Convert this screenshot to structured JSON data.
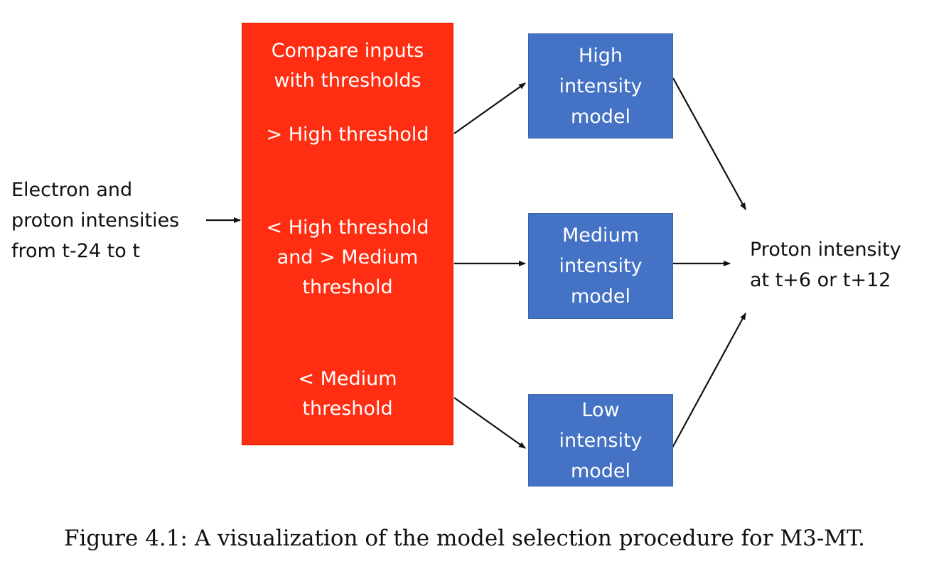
{
  "input": {
    "line1": "Electron and",
    "line2": "proton intensities",
    "line3": "from t-24 to t"
  },
  "compare": {
    "title_line1": "Compare inputs",
    "title_line2": "with thresholds",
    "high": "> High threshold",
    "mid_line1": "< High threshold",
    "mid_line2": "and > Medium",
    "mid_line3": "threshold",
    "low_line1": "< Medium",
    "low_line2": "threshold"
  },
  "models": {
    "high": [
      "High",
      "intensity",
      "model"
    ],
    "medium": [
      "Medium",
      "intensity",
      "model"
    ],
    "low": [
      "Low",
      "intensity",
      "model"
    ]
  },
  "output": {
    "line1": "Proton intensity",
    "line2": "at t+6 or t+12"
  },
  "caption": "Figure 4.1: A visualization of the model selection procedure for M3-MT.",
  "colors": {
    "compare_box": "#ff2e12",
    "model_box": "#4472c4",
    "text_on_box": "#ffffff",
    "arrow": "#111111"
  }
}
